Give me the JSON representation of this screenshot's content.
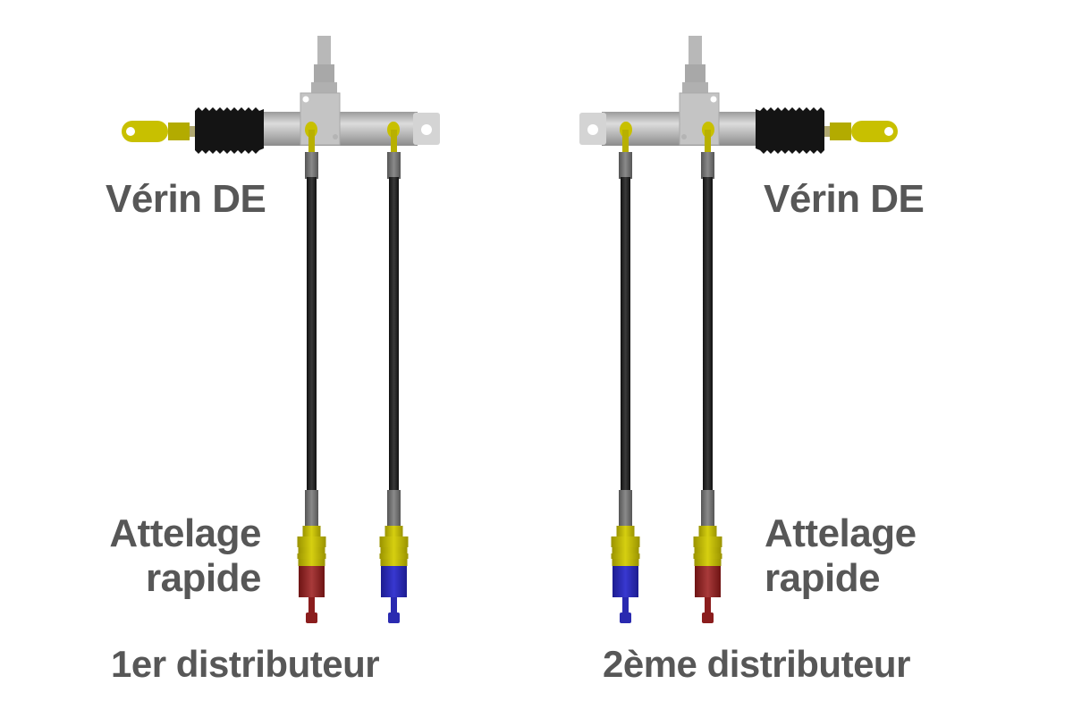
{
  "left": {
    "cylinder_label": "Vérin DE",
    "coupler_label_line1": "Attelage",
    "coupler_label_line2": "rapide",
    "distributor_label": "1er distributeur"
  },
  "right": {
    "cylinder_label": "Vérin DE",
    "coupler_label_line1": "Attelage",
    "coupler_label_line2": "rapide",
    "distributor_label": "2ème distributeur"
  },
  "colors": {
    "text": "#575757",
    "fitting_yellow": "#c8c000",
    "coupler_red": "#8b1d1d",
    "coupler_blue": "#2a2ab0",
    "hose_black": "#1e1e1e",
    "cylinder_gray": "#c8c8c8",
    "boot_black": "#111111"
  }
}
